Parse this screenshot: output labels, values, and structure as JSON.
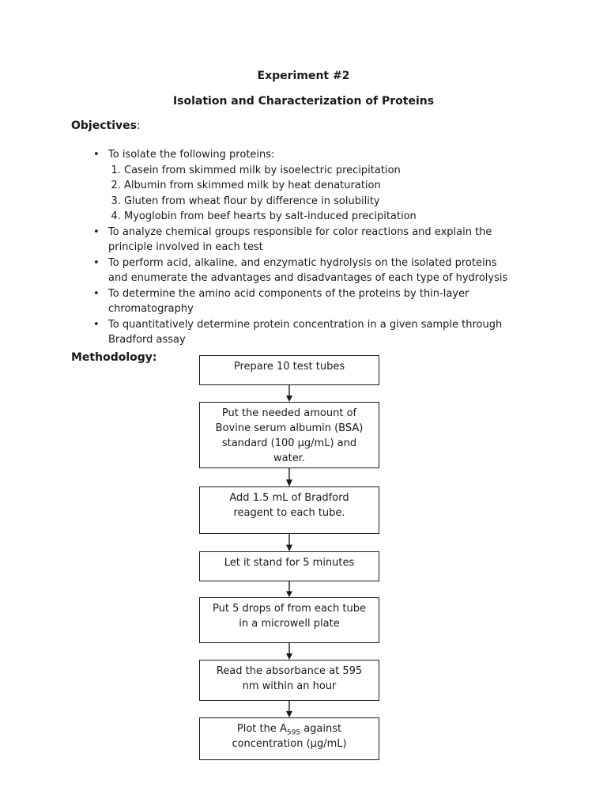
{
  "page": {
    "title": "Experiment #2",
    "subtitle": "Isolation and Characterization of Proteins"
  },
  "objectives": {
    "heading": "Objectives",
    "colon": ":",
    "bullets": {
      "isolate": "To isolate the following proteins:",
      "analyze": "To analyze chemical groups responsible for color reactions and explain the\nprinciple involved in each test",
      "perform": "To perform acid, alkaline, and enzymatic hydrolysis on the isolated proteins\nand enumerate the advantages and disadvantages of each type of hydrolysis",
      "determine": "To determine the amino acid components of the proteins by thin-layer\nchromatography",
      "quantify": "To quantitatively determine protein concentration in a given sample through\nBradford assay"
    },
    "isolate_items": [
      "Casein from skimmed milk by isoelectric precipitation",
      "Albumin from skimmed milk by heat denaturation",
      "Gluten from wheat flour by difference in solubility",
      "Myoglobin from beef hearts by salt-induced precipitation"
    ]
  },
  "methodology": {
    "heading": "Methodology:",
    "steps": [
      {
        "text": "Prepare 10 test tubes"
      },
      {
        "text": "Put the needed amount of\nBovine serum albumin (BSA)\nstandard (100 μg/mL) and\nwater."
      },
      {
        "text": "Add 1.5 mL of Bradford\nreagent to each tube."
      },
      {
        "text": "Let it stand for 5 minutes"
      },
      {
        "text": "Put 5 drops of from each tube\nin a microwell plate"
      },
      {
        "text": "Read the absorbance at 595\nnm within an hour"
      },
      {
        "text_prefix": "Plot the A",
        "text_sub": "595",
        "text_suffix": " against",
        "text_line2": "concentration (μg/mL)"
      }
    ]
  }
}
